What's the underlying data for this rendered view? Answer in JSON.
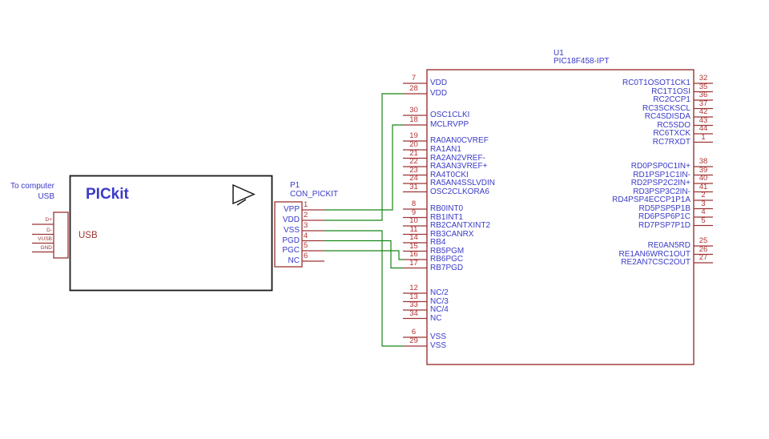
{
  "usb_plug": {
    "note_line1": "To computer",
    "note_line2": "USB",
    "pins": [
      {
        "label": "D+"
      },
      {
        "label": "D-"
      },
      {
        "label": "VUSB"
      },
      {
        "label": "GND"
      }
    ]
  },
  "pickit": {
    "title": "PICkit",
    "port_label": "USB"
  },
  "connector": {
    "ref": "P1",
    "part": "CON_PICKIT",
    "pins": [
      {
        "num": "1",
        "label": "VPP"
      },
      {
        "num": "2",
        "label": "VDD"
      },
      {
        "num": "3",
        "label": "VSS"
      },
      {
        "num": "4",
        "label": "PGD"
      },
      {
        "num": "5",
        "label": "PGC"
      },
      {
        "num": "6",
        "label": "NC"
      }
    ]
  },
  "mcu": {
    "ref": "U1",
    "part": "PIC18F458-IPT",
    "left_pins": [
      {
        "num": "7",
        "label": "VDD"
      },
      {
        "num": "28",
        "label": "VDD"
      },
      {
        "num": "30",
        "label": "OSC1CLKI"
      },
      {
        "num": "18",
        "label": "MCLRVPP"
      },
      {
        "num": "19",
        "label": "RA0AN0CVREF"
      },
      {
        "num": "20",
        "label": "RA1AN1"
      },
      {
        "num": "21",
        "label": "RA2AN2VREF-"
      },
      {
        "num": "22",
        "label": "RA3AN3VREF+"
      },
      {
        "num": "23",
        "label": "RA4T0CKI"
      },
      {
        "num": "24",
        "label": "RA5AN4SSLVDIN"
      },
      {
        "num": "31",
        "label": "OSC2CLKORA6"
      },
      {
        "num": "8",
        "label": "RB0INT0"
      },
      {
        "num": "9",
        "label": "RB1INT1"
      },
      {
        "num": "10",
        "label": "RB2CANTXINT2"
      },
      {
        "num": "11",
        "label": "RB3CANRX"
      },
      {
        "num": "14",
        "label": "RB4"
      },
      {
        "num": "15",
        "label": "RB5PGM"
      },
      {
        "num": "16",
        "label": "RB6PGC"
      },
      {
        "num": "17",
        "label": "RB7PGD"
      },
      {
        "num": "12",
        "label": "NC/2"
      },
      {
        "num": "13",
        "label": "NC/3"
      },
      {
        "num": "33",
        "label": "NC/4"
      },
      {
        "num": "34",
        "label": "NC"
      },
      {
        "num": "6",
        "label": "VSS"
      },
      {
        "num": "29",
        "label": "VSS"
      }
    ],
    "right_pins": [
      {
        "num": "32",
        "label": "RC0T1OSOT1CK1"
      },
      {
        "num": "35",
        "label": "RC1T1OSI"
      },
      {
        "num": "36",
        "label": "RC2CCP1"
      },
      {
        "num": "37",
        "label": "RC3SCKSCL"
      },
      {
        "num": "42",
        "label": "RC4SDISDA"
      },
      {
        "num": "43",
        "label": "RC5SDO"
      },
      {
        "num": "44",
        "label": "RC6TXCK"
      },
      {
        "num": "1",
        "label": "RC7RXDT"
      },
      {
        "num": "38",
        "label": "RD0PSP0C1IN+"
      },
      {
        "num": "39",
        "label": "RD1PSP1C1IN-"
      },
      {
        "num": "40",
        "label": "RD2PSP2C2IN+"
      },
      {
        "num": "41",
        "label": "RD3PSP3C2IN-"
      },
      {
        "num": "2",
        "label": "RD4PSP4ECCP1P1A"
      },
      {
        "num": "3",
        "label": "RD5PSP5P1B"
      },
      {
        "num": "4",
        "label": "RD6PSP6P1C"
      },
      {
        "num": "5",
        "label": "RD7PSP7P1D"
      },
      {
        "num": "25",
        "label": "RE0AN5RD"
      },
      {
        "num": "26",
        "label": "RE1AN6WRC1OUT"
      },
      {
        "num": "27",
        "label": "RE2AN7CSC2OUT"
      }
    ]
  },
  "connections": [
    {
      "from": "P1.1 VPP",
      "to": "U1.18 MCLRVPP"
    },
    {
      "from": "P1.2 VDD",
      "to": "U1.28 VDD"
    },
    {
      "from": "P1.3 VSS",
      "to": "U1.29 VSS"
    },
    {
      "from": "P1.4 PGD",
      "to": "U1.17 RB7PGD"
    },
    {
      "from": "P1.5 PGC",
      "to": "U1.16 RB6PGC"
    }
  ],
  "colors": {
    "wire": "#168616",
    "pin_stub": "#9c3434",
    "pin_number": "#b03434",
    "pin_label": "#3a3ac8",
    "component_outline": "#9c3434",
    "block_outline": "#1a1a1a"
  }
}
